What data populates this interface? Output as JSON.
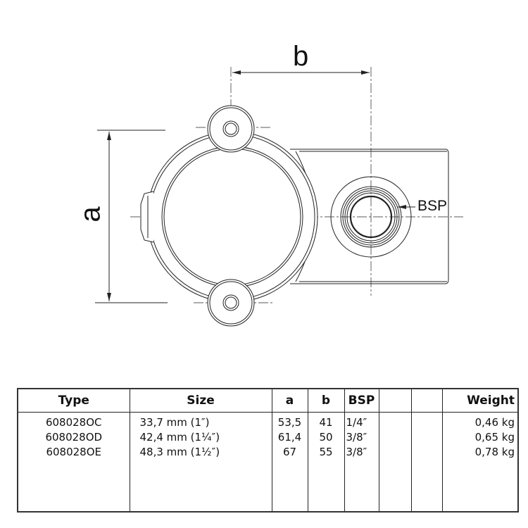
{
  "drawing": {
    "dim_a_label": "a",
    "dim_b_label": "b",
    "bsp_label": "BSP"
  },
  "table": {
    "headers": [
      "Type",
      "Size",
      "a",
      "b",
      "BSP",
      "",
      "",
      "Weight"
    ],
    "rows": [
      {
        "type": "608028OC",
        "size": "33,7 mm (1″)",
        "a": "53,5",
        "b": "41",
        "bsp": "1/4″",
        "weight": "0,46 kg"
      },
      {
        "type": "608028OD",
        "size": "42,4 mm (1¼″)",
        "a": "61,4",
        "b": "50",
        "bsp": "3/8″",
        "weight": "0,65 kg"
      },
      {
        "type": "608028OE",
        "size": "48,3 mm (1½″)",
        "a": "67",
        "b": "55",
        "bsp": "3/8″",
        "weight": "0,78 kg"
      }
    ]
  }
}
